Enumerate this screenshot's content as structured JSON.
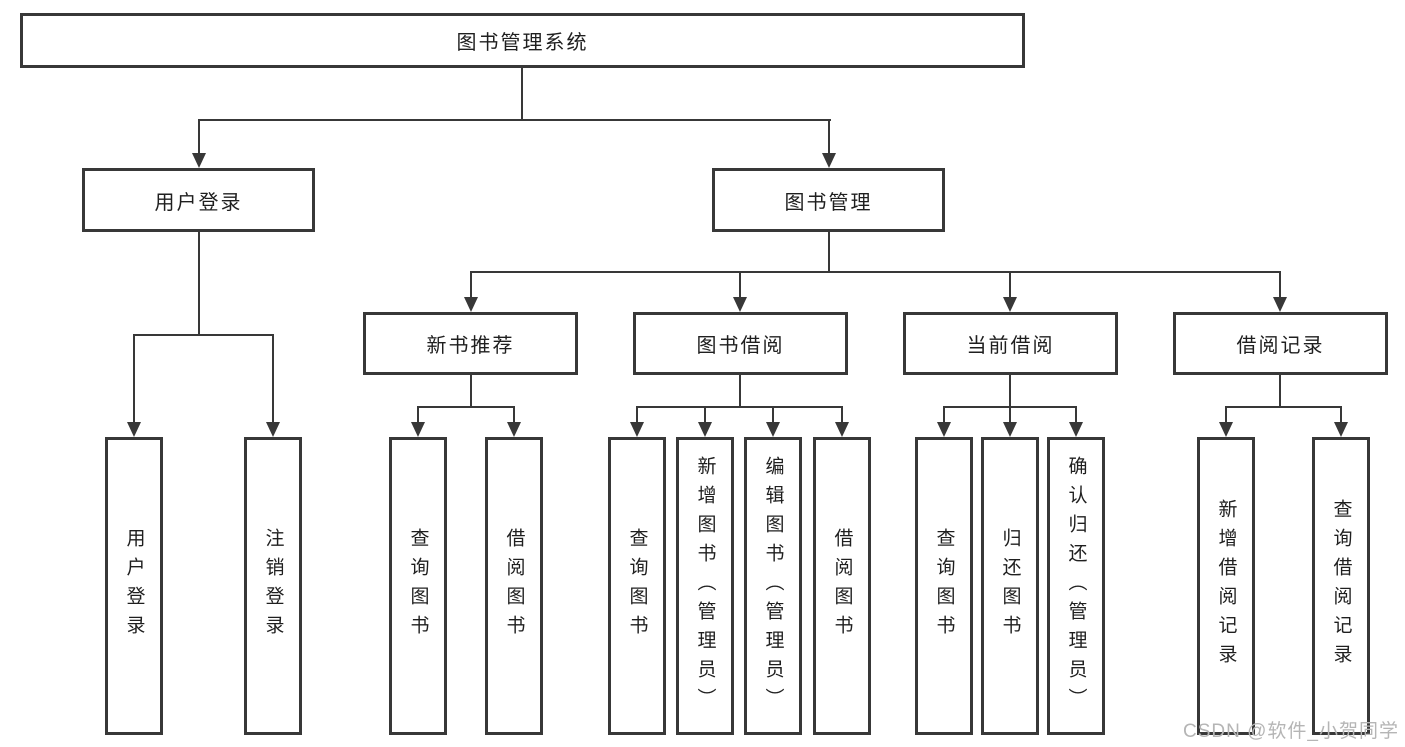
{
  "diagram": {
    "title": "图书管理系统",
    "level2": [
      {
        "label": "用户登录"
      },
      {
        "label": "图书管理"
      }
    ],
    "level3": [
      {
        "label": "新书推荐"
      },
      {
        "label": "图书借阅"
      },
      {
        "label": "当前借阅"
      },
      {
        "label": "借阅记录"
      }
    ],
    "leaves": {
      "user": [
        "用户登录",
        "注销登录"
      ],
      "newbook": [
        "查询图书",
        "借阅图书"
      ],
      "borrow": [
        "查询图书",
        "新增图书（管理员）",
        "编辑图书（管理员）",
        "借阅图书"
      ],
      "current": [
        "查询图书",
        "归还图书",
        "确认归还（管理员）"
      ],
      "record": [
        "新增借阅记录",
        "查询借阅记录"
      ]
    },
    "colors": {
      "line": "#383838",
      "text": "#1f1f1f",
      "watermark": "#b5b5b5"
    },
    "watermark": "CSDN @软件_小贺同学"
  }
}
